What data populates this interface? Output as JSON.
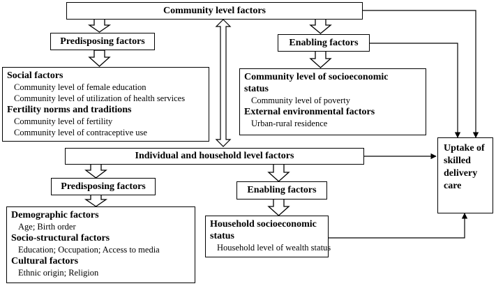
{
  "community": {
    "title": "Community level factors",
    "predisposing": {
      "title": "Predisposing factors"
    },
    "enabling": {
      "title": "Enabling factors"
    },
    "social": {
      "heading": "Social factors",
      "items": [
        "Community level of female education",
        "Community level of utilization of health services"
      ]
    },
    "fertility": {
      "heading": "Fertility norms and traditions",
      "items": [
        "Community level of fertility",
        "Community level of contraceptive use"
      ]
    },
    "socioeconomic": {
      "heading_line1": "Community level of socioeconomic",
      "heading_line2": "status",
      "items": [
        "Community level of poverty"
      ]
    },
    "environment": {
      "heading": "External environmental factors",
      "items": [
        "Urban-rural residence"
      ]
    }
  },
  "individual": {
    "title": "Individual and household level factors",
    "predisposing": {
      "title": "Predisposing factors"
    },
    "enabling": {
      "title": "Enabling factors"
    },
    "demographic": {
      "heading": "Demographic factors",
      "items": [
        "Age; Birth order"
      ]
    },
    "sociostructural": {
      "heading": "Socio-structural factors",
      "items": [
        "Education; Occupation; Access to media"
      ]
    },
    "cultural": {
      "heading": "Cultural factors",
      "items": [
        "Ethnic origin; Religion"
      ]
    },
    "household": {
      "heading_line1": "Household socioeconomic",
      "heading_line2": "status",
      "items": [
        "Household level of wealth status"
      ]
    }
  },
  "outcome": {
    "lines": [
      "Uptake of",
      "skilled",
      "delivery",
      "care"
    ]
  }
}
